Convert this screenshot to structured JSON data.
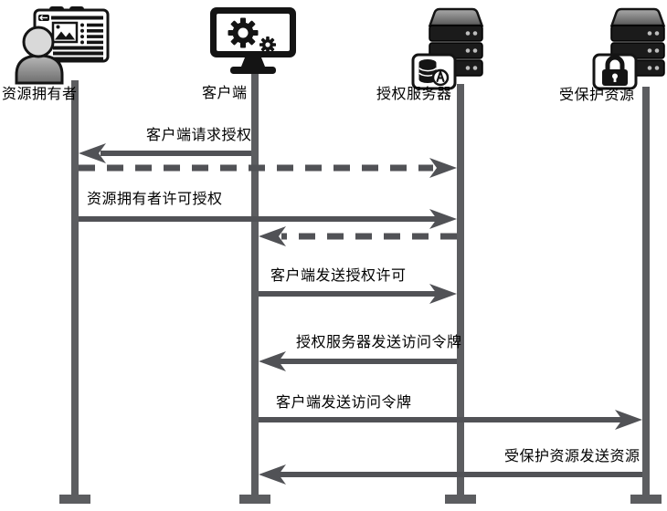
{
  "diagram": {
    "type": "sequence",
    "colors": {
      "background": "#ffffff",
      "lifeline": "#5c5d60",
      "arrow": "#515256",
      "text": "#000000",
      "icon": "#141414"
    },
    "actors": [
      {
        "name": "资源拥有者",
        "icon": "resource-owner-icon"
      },
      {
        "name": "客户端",
        "icon": "client-icon"
      },
      {
        "name": "授权服务器",
        "icon": "auth-server-icon"
      },
      {
        "name": "受保护资源",
        "icon": "protected-resource-icon"
      }
    ],
    "messages": [
      {
        "from": "客户端",
        "to": "资源拥有者",
        "label": "客户端请求授权",
        "style": "solid"
      },
      {
        "from": "资源拥有者",
        "to": "授权服务器",
        "label": "",
        "style": "dashed"
      },
      {
        "from": "资源拥有者",
        "to": "授权服务器",
        "label": "资源拥有者许可授权",
        "style": "solid"
      },
      {
        "from": "授权服务器",
        "to": "客户端",
        "label": "",
        "style": "dashed"
      },
      {
        "from": "客户端",
        "to": "授权服务器",
        "label": "客户端发送授权许可",
        "style": "solid"
      },
      {
        "from": "授权服务器",
        "to": "客户端",
        "label": "授权服务器发送访问令牌",
        "style": "solid"
      },
      {
        "from": "客户端",
        "to": "受保护资源",
        "label": "客户端发送访问令牌",
        "style": "solid"
      },
      {
        "from": "受保护资源",
        "to": "客户端",
        "label": "受保护资源发送资源",
        "style": "solid"
      }
    ]
  }
}
